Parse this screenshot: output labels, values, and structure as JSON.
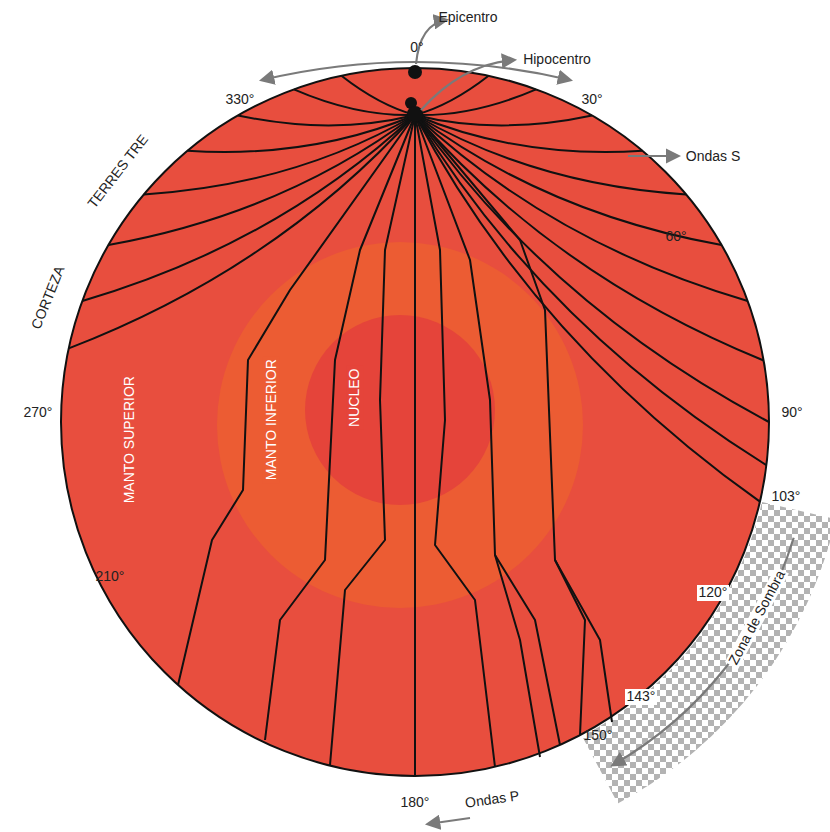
{
  "diagram": {
    "nodes": [
      {
        "text": [
          "MANTO SUPERIOR"
        ]
      },
      {
        "text": [
          "MANTO INFERIOR"
        ],
        "in": 0
      },
      {
        "text": [
          "NUCLEO"
        ],
        "in": 1
      }
    ],
    "labels": [
      "Epicentro",
      "Hipocentro",
      "0°",
      "330°",
      "30°",
      "TERRES TRE",
      "Ondas S",
      "CORTEZA",
      "60°",
      "270°",
      "90°",
      "103°",
      "120°",
      "Zona de Sombra",
      "210°",
      "143°",
      "150°",
      "180°",
      "Ondas P"
    ]
  }
}
